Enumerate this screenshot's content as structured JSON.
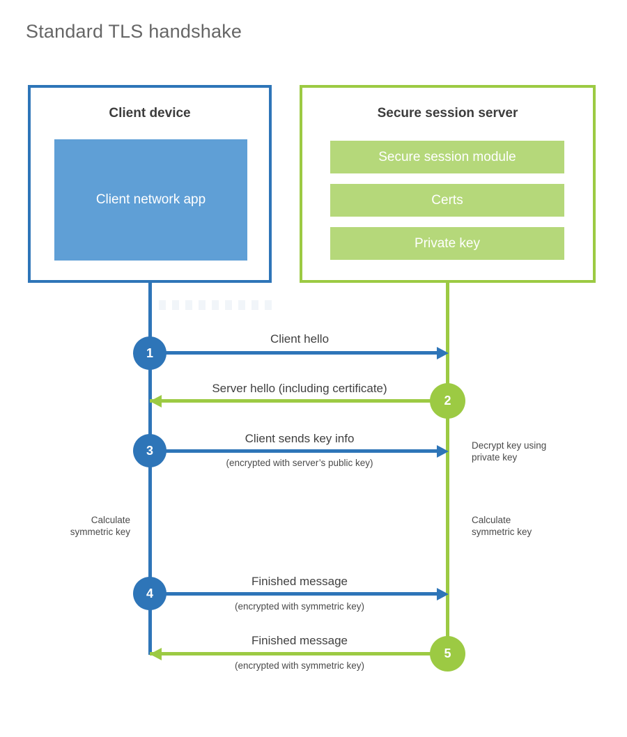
{
  "title": "Standard TLS handshake",
  "colors": {
    "blue": "#2e75b8",
    "blue_fill": "#5f9fd6",
    "green": "#9cca43",
    "green_fill": "#b5d87a",
    "heading_text": "#3c3c3c",
    "title_text": "#666666",
    "label_text": "#404040"
  },
  "client_box": {
    "title": "Client device",
    "module": "Client network app"
  },
  "server_box": {
    "title": "Secure session server",
    "modules": [
      {
        "label": "Secure session module"
      },
      {
        "label": "Certs"
      },
      {
        "label": "Private key"
      }
    ]
  },
  "messages": [
    {
      "step": "1",
      "label": "Client hello",
      "subtitle": "",
      "direction": "client-to-server",
      "color": "blue"
    },
    {
      "step": "2",
      "label": "Server hello (including certificate)",
      "subtitle": "",
      "direction": "server-to-client",
      "color": "green"
    },
    {
      "step": "3",
      "label": "Client sends key info",
      "subtitle": "(encrypted with server’s public key)",
      "direction": "client-to-server",
      "color": "blue"
    },
    {
      "step": "4",
      "label": "Finished message",
      "subtitle": "(encrypted with symmetric key)",
      "direction": "client-to-server",
      "color": "blue"
    },
    {
      "step": "5",
      "label": "Finished message",
      "subtitle": "(encrypted with symmetric key)",
      "direction": "server-to-client",
      "color": "green"
    }
  ],
  "side_notes": {
    "decrypt": {
      "line1": "Decrypt key using",
      "line2": "private key"
    },
    "calc_left": {
      "line1": "Calculate",
      "line2": "symmetric key"
    },
    "calc_right": {
      "line1": "Calculate",
      "line2": "symmetric key"
    }
  }
}
